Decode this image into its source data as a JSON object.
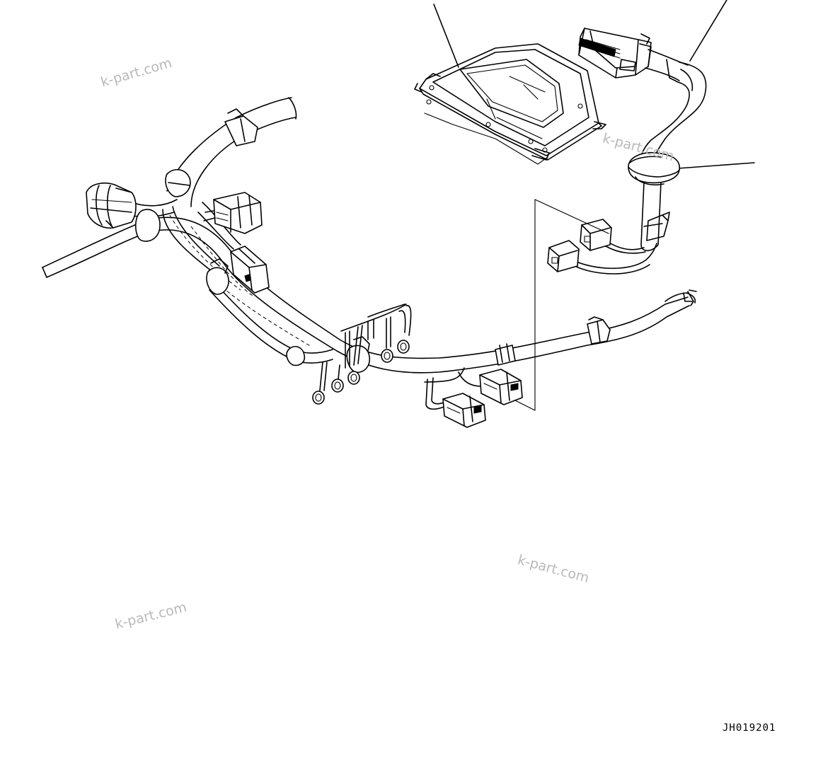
{
  "watermarks": [
    "k-part.com",
    "k-part.com",
    "k-part.com",
    "k-part.com"
  ],
  "figure_code": "JH019201",
  "colors": {
    "line": "#000000",
    "watermark": "#b9b9b9",
    "background": "#ffffff"
  }
}
